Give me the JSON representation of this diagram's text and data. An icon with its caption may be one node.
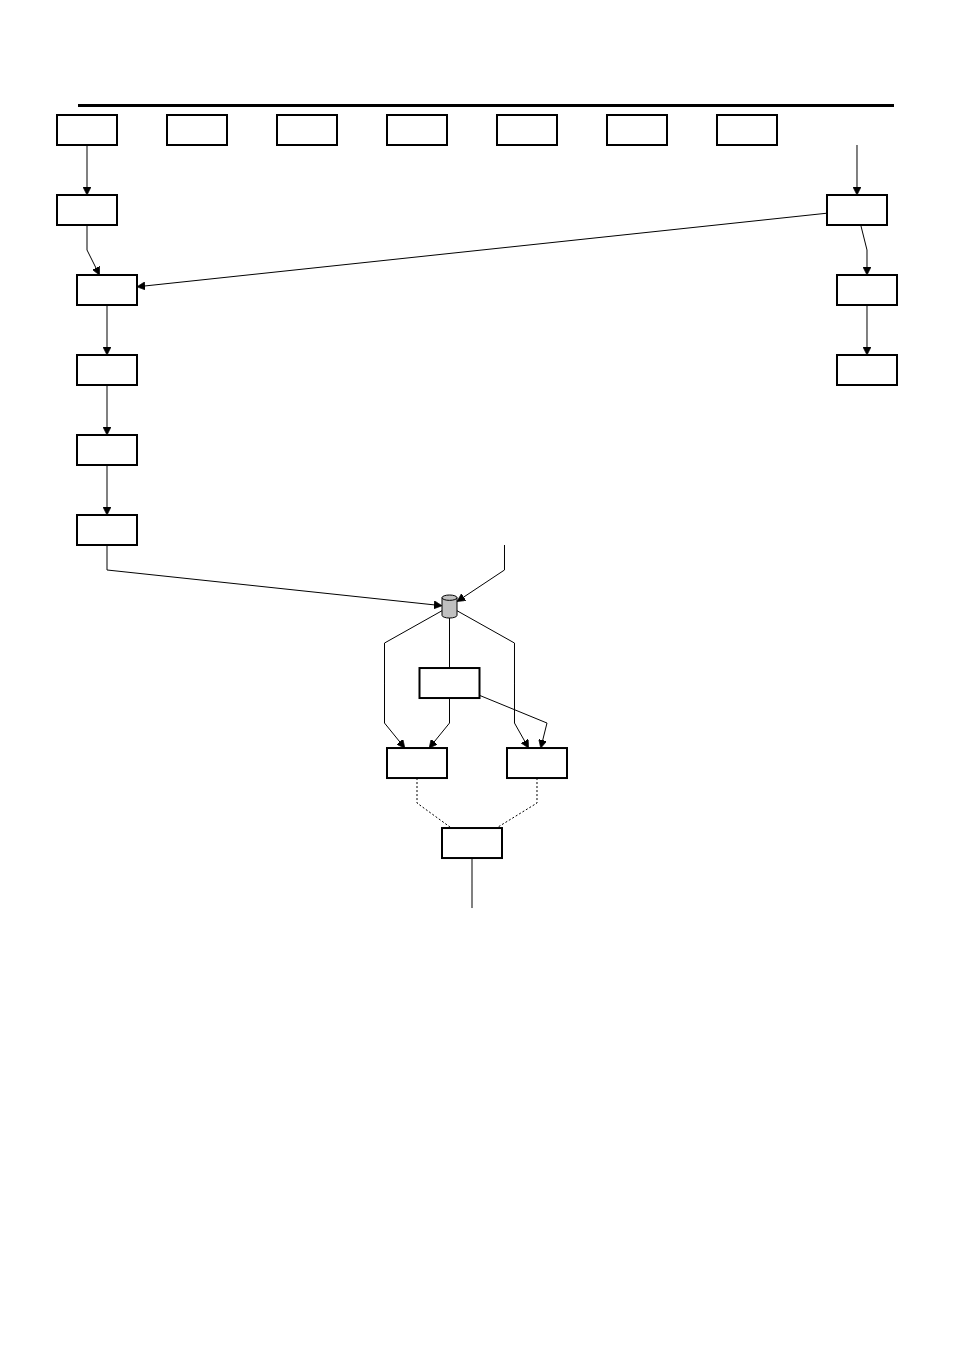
{
  "diagram": {
    "nodes": [
      {
        "text": [],
        "shape": "box"
      },
      {
        "text": [],
        "shape": "box"
      },
      {
        "text": [],
        "shape": "box"
      },
      {
        "text": [],
        "shape": "box"
      },
      {
        "text": [],
        "shape": "box"
      },
      {
        "text": [],
        "shape": "box"
      },
      {
        "text": [],
        "shape": "box"
      },
      {
        "text": [],
        "shape": "box"
      },
      {
        "text": [],
        "shape": "box"
      },
      {
        "text": [],
        "shape": "box"
      },
      {
        "text": [],
        "shape": "picture"
      },
      {
        "text": [],
        "shape": "box"
      },
      {
        "text": [],
        "shape": "box"
      },
      {
        "text": [],
        "shape": "box"
      },
      {
        "text": [],
        "shape": "box"
      },
      {
        "text": [],
        "shape": "box"
      },
      {
        "text": [],
        "shape": "box"
      },
      {
        "text": [],
        "shape": "box"
      },
      {
        "text": [],
        "shape": "box"
      },
      {
        "text": [],
        "shape": "box"
      }
    ],
    "edges": [
      {
        "from": 0,
        "to": 1,
        "arrow": "to"
      },
      {
        "from": 1,
        "to": 3,
        "arrow": "to"
      },
      {
        "from": 15,
        "to": 3,
        "arrow": "to"
      },
      {
        "from": 3,
        "to": 5,
        "arrow": "to"
      },
      {
        "from": 5,
        "to": 8,
        "arrow": "to"
      },
      {
        "from": 8,
        "to": 9,
        "arrow": "to"
      },
      {
        "from": 9,
        "to": 10,
        "arrow": "to"
      },
      {
        "from": null,
        "to": 10,
        "arrow": "to"
      },
      {
        "from": 10,
        "to": 11,
        "arrow": "none"
      },
      {
        "from": 10,
        "to": 12,
        "arrow": "to"
      },
      {
        "from": 10,
        "to": 13,
        "arrow": "to"
      },
      {
        "from": 11,
        "to": 12,
        "arrow": "to"
      },
      {
        "from": 11,
        "to": 13,
        "arrow": "to"
      },
      {
        "from": 12,
        "to": 14,
        "arrow": "none",
        "style": "dashed"
      },
      {
        "from": 13,
        "to": 14,
        "arrow": "none",
        "style": "dashed"
      },
      {
        "from": 14,
        "to": null,
        "arrow": "none"
      },
      {
        "from": null,
        "to": 15,
        "arrow": "to"
      },
      {
        "from": 15,
        "to": 16,
        "arrow": "to"
      },
      {
        "from": 16,
        "to": 17,
        "arrow": "to"
      }
    ]
  }
}
